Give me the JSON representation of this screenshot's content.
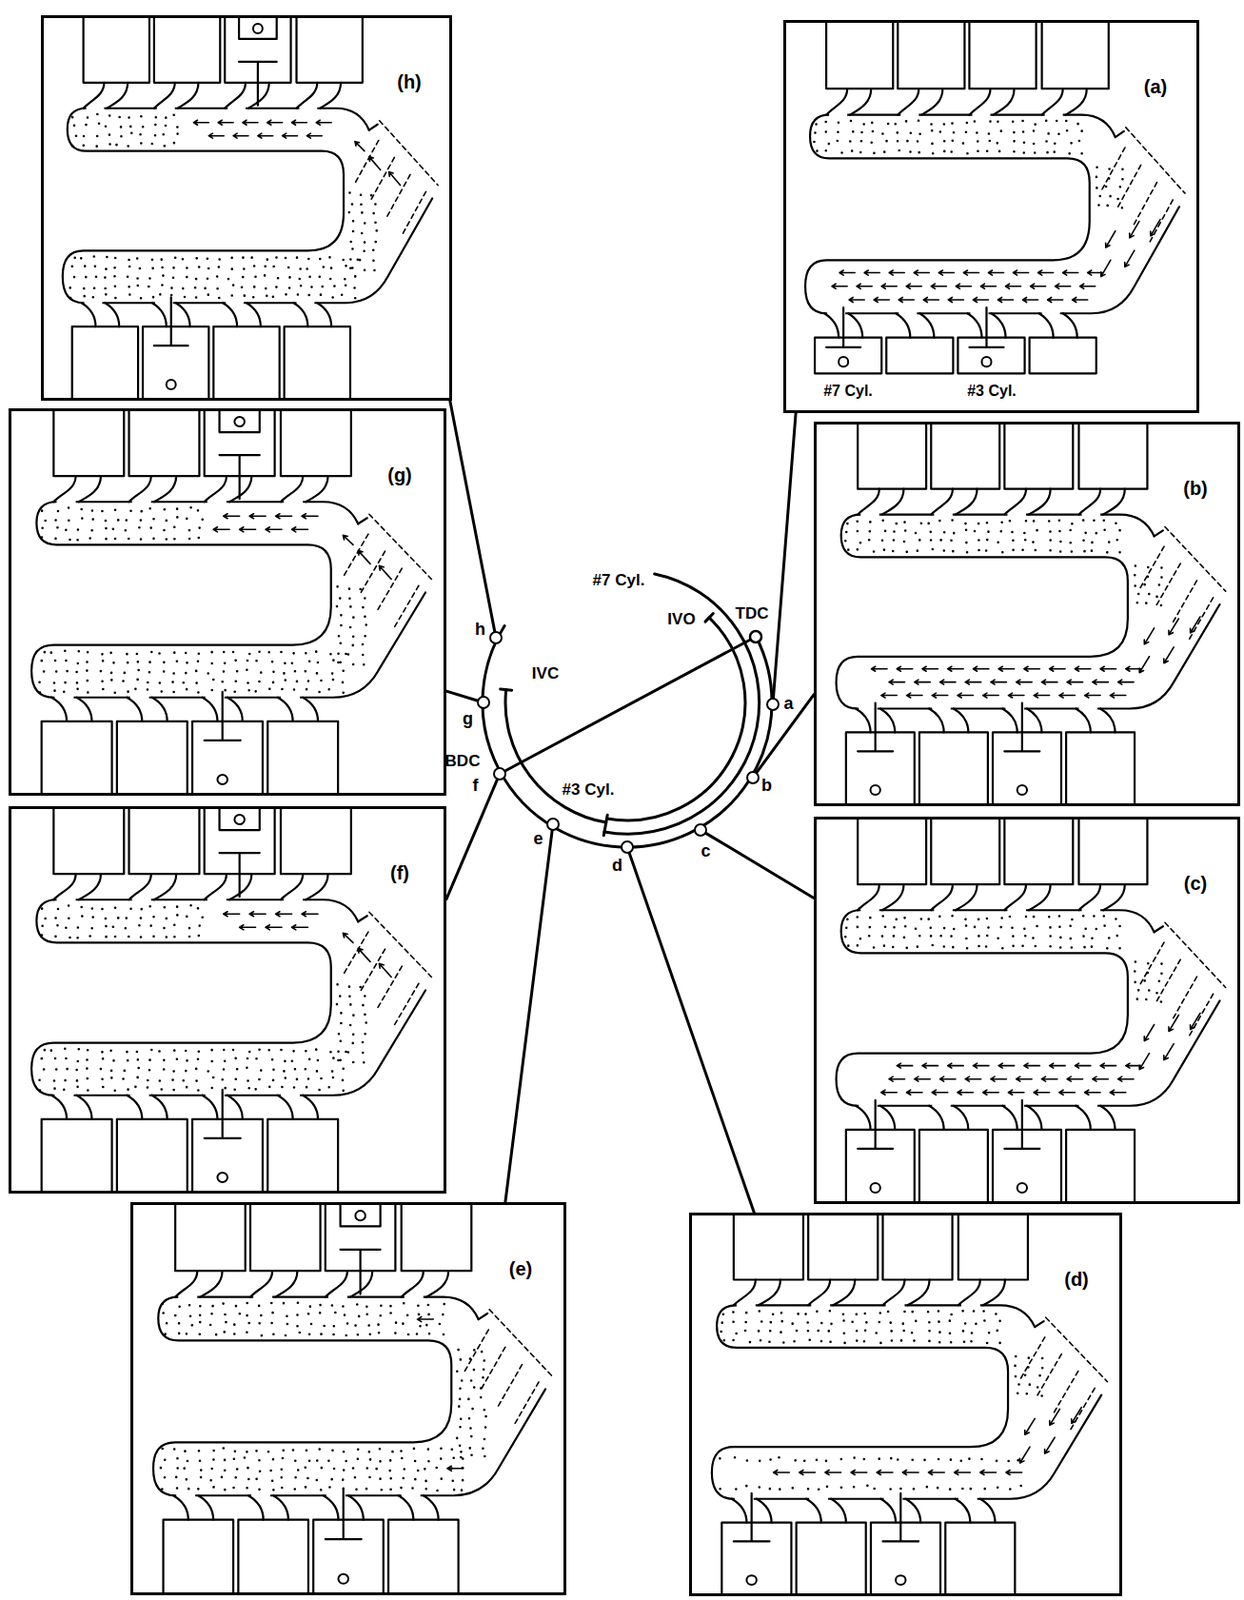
{
  "diagram": {
    "nodes": [
      {
        "text": [
          "(h)"
        ]
      },
      {
        "text": [
          "(a)",
          "#7 Cyl.",
          "#3 Cyl."
        ]
      },
      {
        "text": [
          "(g)"
        ]
      },
      {
        "text": [
          "(b)"
        ]
      },
      {
        "text": [
          "(f)"
        ]
      },
      {
        "text": [
          "(c)"
        ]
      },
      {
        "text": [
          "(e)"
        ]
      },
      {
        "text": [
          "(d)"
        ]
      },
      {
        "text": [
          "a"
        ]
      },
      {
        "text": [
          "b"
        ]
      },
      {
        "text": [
          "c"
        ]
      },
      {
        "text": [
          "d"
        ]
      },
      {
        "text": [
          "e"
        ]
      },
      {
        "text": [
          "f"
        ]
      },
      {
        "text": [
          "g"
        ]
      },
      {
        "text": [
          "h"
        ]
      }
    ],
    "edges": [
      {
        "from": 8,
        "to": 1,
        "arrow": "none"
      },
      {
        "from": 9,
        "to": 3,
        "arrow": "none"
      },
      {
        "from": 10,
        "to": 5,
        "arrow": "none"
      },
      {
        "from": 11,
        "to": 7,
        "arrow": "none"
      },
      {
        "from": 12,
        "to": 6,
        "arrow": "none"
      },
      {
        "from": 13,
        "to": 4,
        "arrow": "none"
      },
      {
        "from": 14,
        "to": 2,
        "arrow": "none"
      },
      {
        "from": 15,
        "to": 0,
        "arrow": "none"
      }
    ],
    "labels": [
      "#7 Cyl.",
      "IVO",
      "TDC",
      "IVC",
      "BDC",
      "#3 Cyl."
    ]
  }
}
